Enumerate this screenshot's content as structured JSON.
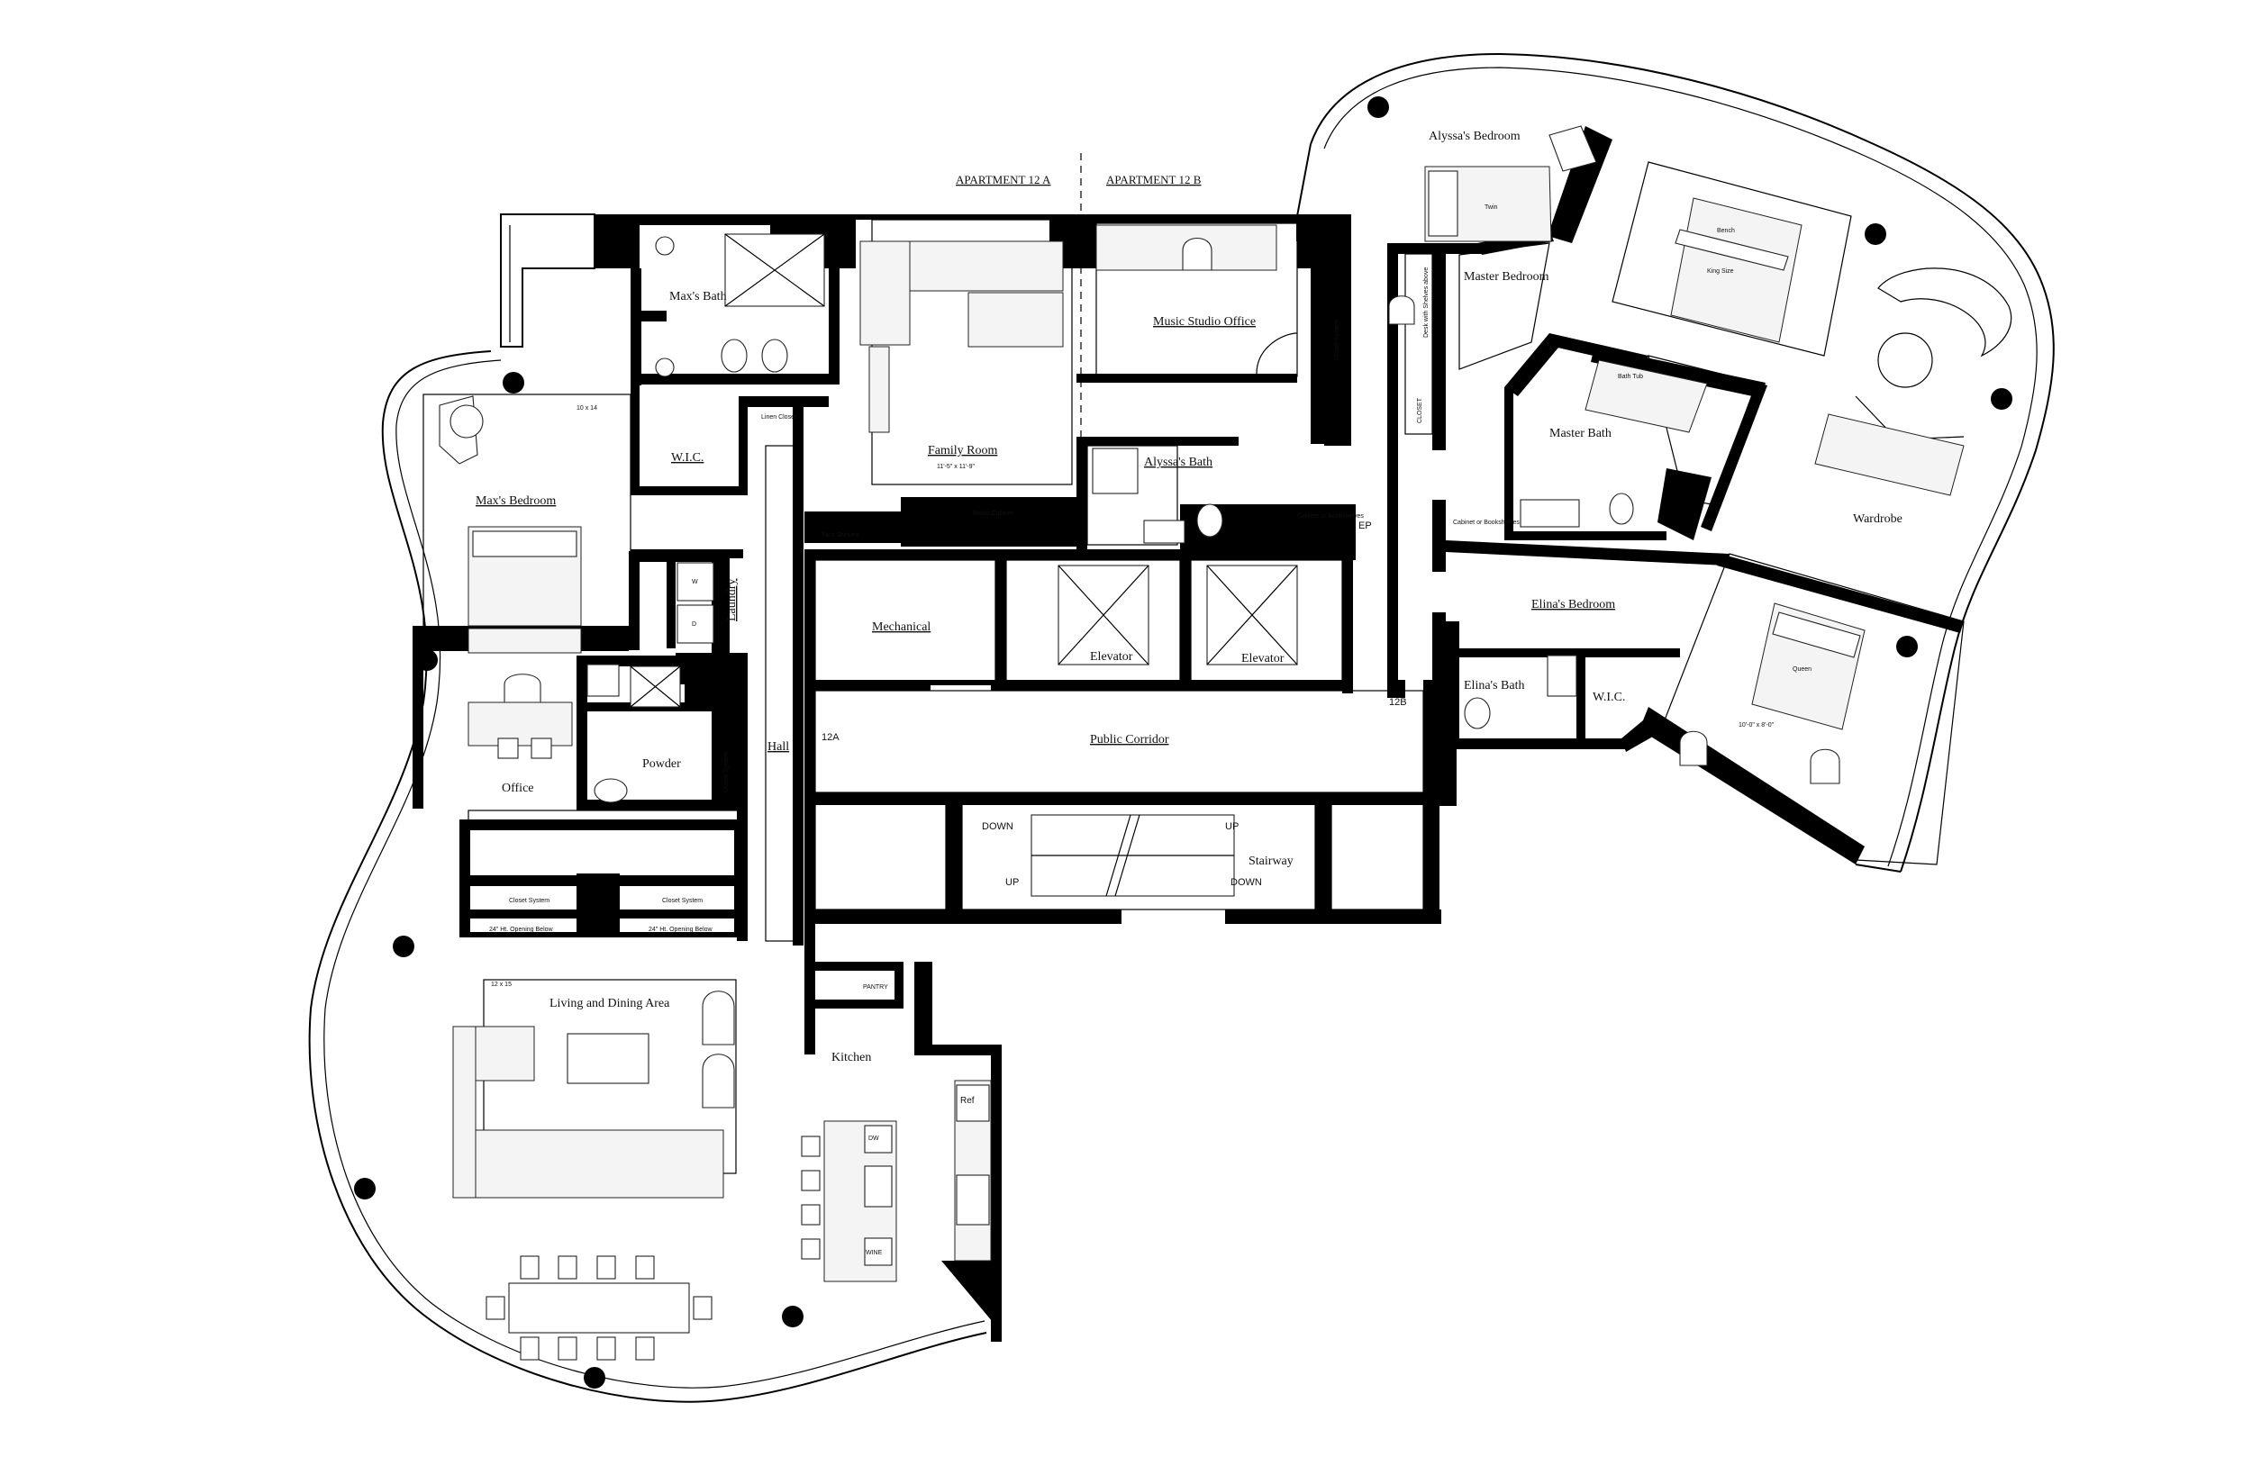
{
  "plan": {
    "apartment_a": "APARTMENT 12 A",
    "apartment_b": "APARTMENT 12 B",
    "rooms": {
      "alyssas_bedroom": "Alyssa's Bedroom",
      "master_bedroom": "Master Bedroom",
      "master_bath": "Master Bath",
      "wardrobe": "Wardrobe",
      "elinas_bedroom": "Elina's Bedroom",
      "elinas_bath": "Elina's Bath",
      "wic_elina": "W.I.C.",
      "maxs_bath": "Max's Bath",
      "family_room": "Family Room",
      "music_studio_office": "Music Studio Office",
      "alyssas_bath": "Alyssa's Bath",
      "maxs_bedroom": "Max's Bedroom",
      "wic_max": "W.I.C.",
      "laundry": "Laundry",
      "mechanical": "Mechanical",
      "elevator_1": "Elevator",
      "elevator_2": "Elevator",
      "public_corridor": "Public Corridor",
      "hall": "Hall",
      "office": "Office",
      "powder": "Powder",
      "stairway": "Stairway",
      "living_dining": "Living and Dining Area",
      "kitchen": "Kitchen"
    },
    "small_labels": {
      "twin": "Twin",
      "bench": "Bench",
      "king_size": "King Size",
      "bath_tub": "Bath Tub",
      "queen": "Queen",
      "queen_dim": "10'-0\" x 8'-0\"",
      "family_dim": "11'-5\" x 11'-9\"",
      "max_dim": "10 x 14",
      "living_dim": "12 x 15",
      "linen_closet": "Linen Closet",
      "medic_cabinet": "Medic Cabinet",
      "yarn_shelves": "Yarn Shelves",
      "cabinet_bookshelves_1": "Cabinet or Bookshelves",
      "cabinet_bookshelves_2": "Cabinet or Bookshelves",
      "ep": "EP",
      "unit_12a": "12A",
      "unit_12b": "12B",
      "closet_system_1": "Closet System",
      "closet_system_2": "Closet System",
      "closet_system_3": "Closet System",
      "closet_system_4": "Closet System",
      "closet": "CLOSET",
      "desk_shelves": "Desk with Shelves above",
      "opening_1": "24\" Ht. Opening Below",
      "opening_2": "24\" Ht. Opening Below",
      "down_1": "DOWN",
      "up_1": "UP",
      "up_2": "UP",
      "down_2": "DOWN",
      "pantry": "PANTRY",
      "ref": "Ref",
      "dw": "DW",
      "wine": "WINE",
      "w": "W",
      "d": "D"
    }
  }
}
